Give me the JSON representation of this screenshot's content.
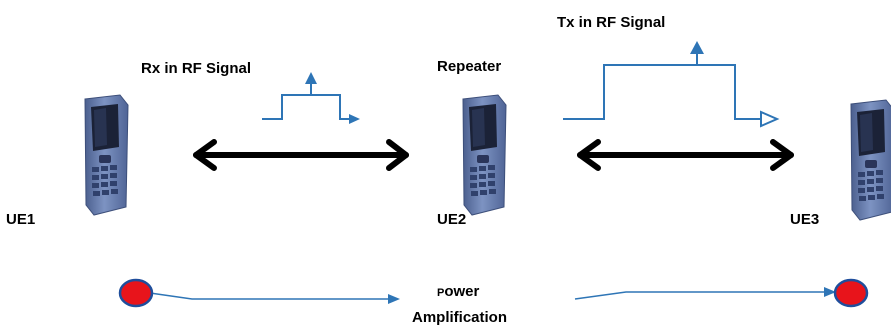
{
  "labels": {
    "rx_signal": "Rx in RF Signal",
    "tx_signal": "Tx in RF Signal",
    "repeater": "Repeater",
    "ue1": "UE1",
    "ue2": "UE2",
    "ue3": "UE3",
    "power_first_letter": "P",
    "power_rest": "ower",
    "amplification": "Amplification"
  },
  "colors": {
    "signal_blue": "#2E75B6",
    "arrow_black": "#000000",
    "dot_red": "#E8141B",
    "dot_outline": "#1F4E9C",
    "phone_body": "#5F77A9",
    "phone_screen": "#1B2237"
  },
  "icons": {
    "phone": "mobile-phone-icon"
  }
}
